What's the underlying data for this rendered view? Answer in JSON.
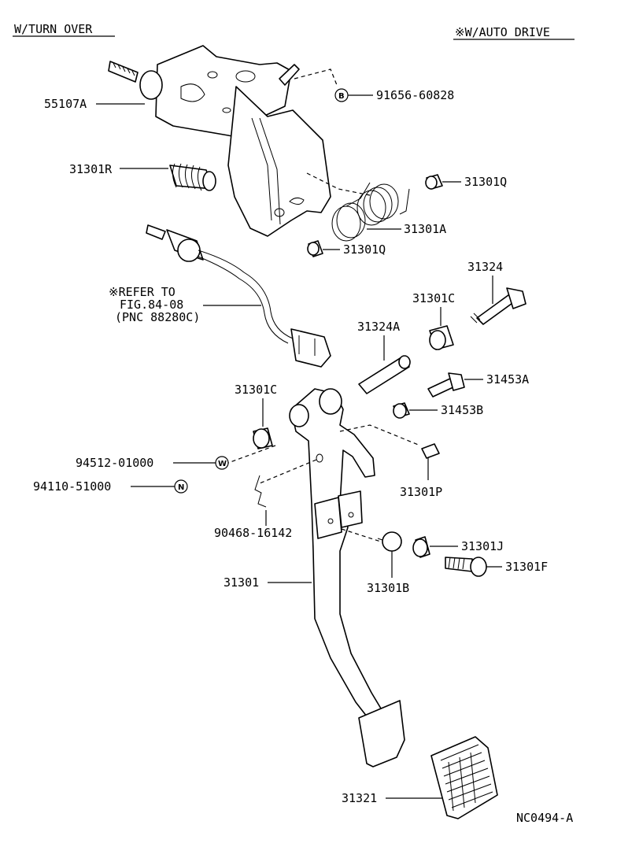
{
  "header": {
    "left": "W/TURN OVER",
    "right": "※W/AUTO DRIVE"
  },
  "labels": {
    "p55107A": "55107A",
    "p91656": "91656-60828",
    "p31301R": "31301R",
    "p31301Q_top": "31301Q",
    "p31301A": "31301A",
    "p31301Q_bot": "31301Q",
    "refer1": "※REFER TO",
    "refer2": "FIG.84-08",
    "refer3": "(PNC 88280C)",
    "p31324": "31324",
    "p31301C_r": "31301C",
    "p31324A": "31324A",
    "p31453A": "31453A",
    "p31301C_l": "31301C",
    "p31453B": "31453B",
    "p94512": "94512-01000",
    "p94110": "94110-51000",
    "p31301P": "31301P",
    "p90468": "90468-16142",
    "p31301J": "31301J",
    "p31301F": "31301F",
    "p31301": "31301",
    "p31301B": "31301B",
    "p31321": "31321",
    "code": "NC0494-A"
  },
  "markers": {
    "B": "B",
    "W": "W",
    "N": "N"
  }
}
